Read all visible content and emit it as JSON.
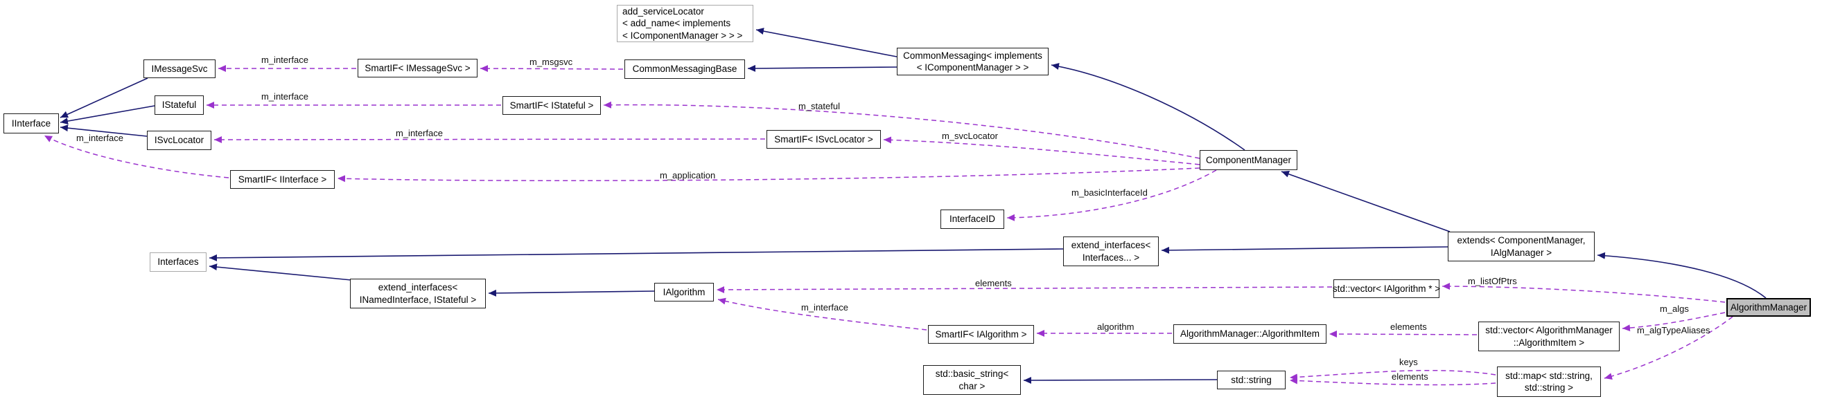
{
  "diagram": {
    "kind": "collaboration-graph",
    "main_class": "AlgorithmManager",
    "colors": {
      "inheritance_edge": "#191970",
      "usage_edge": "#9a32cd",
      "main_node_fill": "#bfbfbf",
      "node_border": "#1c1c1c",
      "external_node_border": "#a9a9a9"
    }
  },
  "nodes": {
    "addServiceLocator": {
      "lines": [
        "add_serviceLocator",
        "< add_name< implements",
        "< IComponentManager > > >"
      ]
    },
    "commonMessaging": {
      "lines": [
        "CommonMessaging< implements",
        "< IComponentManager > >"
      ]
    },
    "commonMessagingBase": {
      "label": "CommonMessagingBase"
    },
    "smartifIMessageSvc": {
      "label": "SmartIF< IMessageSvc >"
    },
    "iMessageSvc": {
      "label": "IMessageSvc"
    },
    "iInterface": {
      "label": "IInterface"
    },
    "iStateful": {
      "label": "IStateful"
    },
    "smartifIStateful": {
      "label": "SmartIF< IStateful >"
    },
    "iSvcLocator": {
      "label": "ISvcLocator"
    },
    "smartifISvcLocator": {
      "label": "SmartIF< ISvcLocator >"
    },
    "smartifIInterface": {
      "label": "SmartIF< IInterface >"
    },
    "componentManager": {
      "label": "ComponentManager"
    },
    "interfaceID": {
      "label": "InterfaceID"
    },
    "interfaces": {
      "label": "Interfaces"
    },
    "extendInterfacesNamedStateful": {
      "lines": [
        "extend_interfaces<",
        "INamedInterface, IStateful >"
      ]
    },
    "iAlgorithm": {
      "label": "IAlgorithm"
    },
    "extendInterfacesInterfaces": {
      "lines": [
        "extend_interfaces<",
        "Interfaces... >"
      ]
    },
    "extendsCMIAlgManager": {
      "lines": [
        "extends< ComponentManager,",
        "IAlgManager >"
      ]
    },
    "stdVectorIAlgorithm": {
      "label": "std::vector< IAlgorithm * >"
    },
    "smartifIAlgorithm": {
      "label": "SmartIF< IAlgorithm >"
    },
    "algorithmItem": {
      "label": "AlgorithmManager::AlgorithmItem"
    },
    "stdVectorAlgorithmItem": {
      "lines": [
        "std::vector< AlgorithmManager",
        "::AlgorithmItem >"
      ]
    },
    "stdBasicString": {
      "lines": [
        "std::basic_string<",
        "char >"
      ]
    },
    "stdString": {
      "label": "std::string"
    },
    "stdMap": {
      "lines": [
        "std::map< std::string,",
        "std::string >"
      ]
    },
    "algorithmManager": {
      "label": "AlgorithmManager"
    }
  },
  "edge_labels": {
    "mInterfaceMsgSvc": "m_interface",
    "mMsgsvc": "m_msgsvc",
    "mInterfaceStateful": "m_interface",
    "mStateful": "m_stateful",
    "mInterfaceSvcLocator": "m_interface",
    "mSvcLocator": "m_svcLocator",
    "mInterfaceIInterface": "m_interface",
    "mApplication": "m_application",
    "mBasicInterfaceId": "m_basicInterfaceId",
    "elementsListOfPtrs": "elements",
    "mListOfPtrs": "m_listOfPtrs",
    "mInterfaceIAlgorithm": "m_interface",
    "algorithm": "algorithm",
    "elementsAlgs": "elements",
    "mAlgs": "m_algs",
    "mAlgTypeAliases": "m_algTypeAliases",
    "keys": "keys",
    "elementsMap": "elements"
  }
}
